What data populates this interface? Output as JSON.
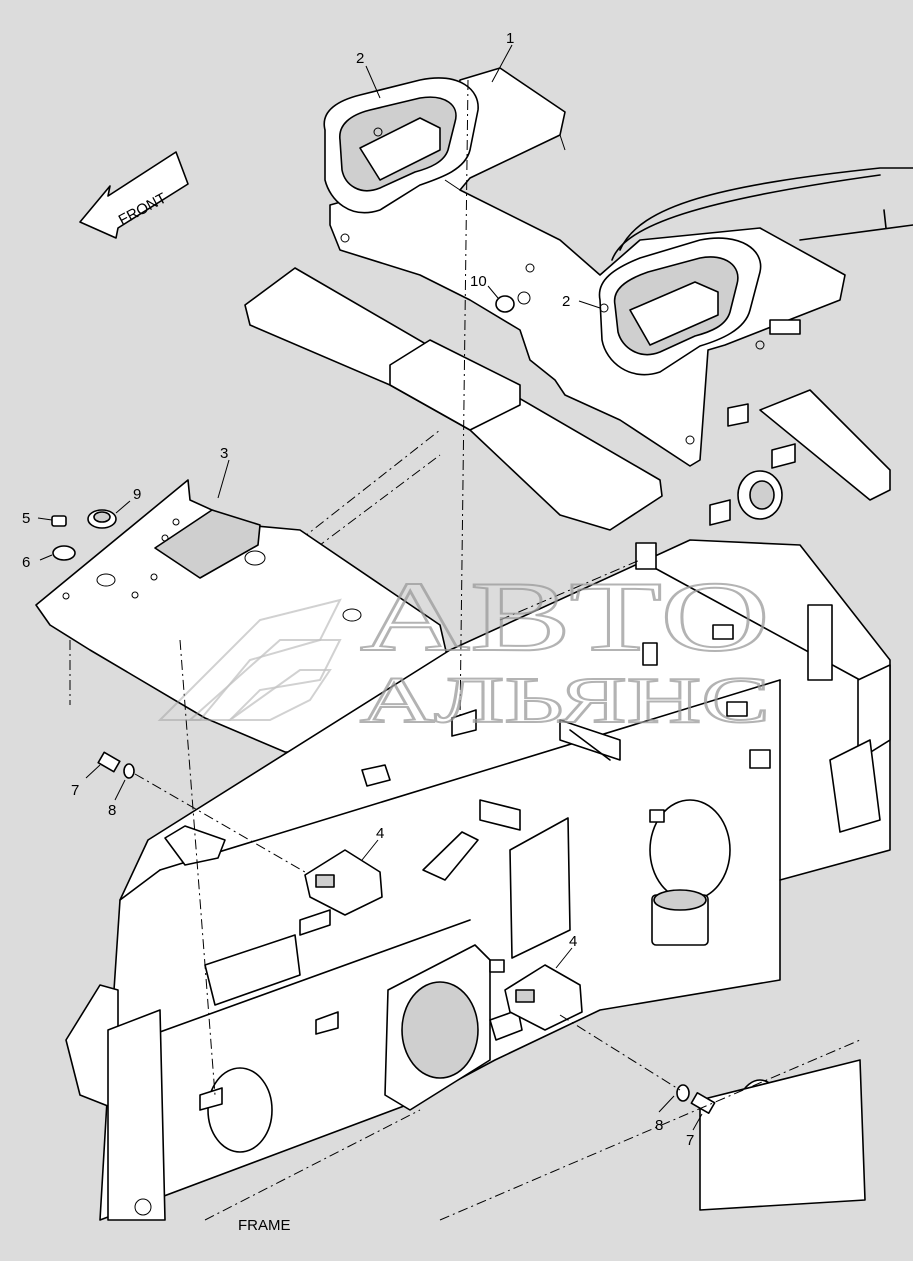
{
  "orientation_label": "FRONT",
  "frame_label": "FRAME",
  "callouts": {
    "part_1": "1",
    "part_2_left": "2",
    "part_2_right": "2",
    "part_3": "3",
    "part_4_upper": "4",
    "part_4_lower": "4",
    "part_5": "5",
    "part_6": "6",
    "part_7_left": "7",
    "part_7_right": "7",
    "part_8_left": "8",
    "part_8_right": "8",
    "part_9": "9",
    "part_10": "10"
  },
  "watermark": {
    "line1": "АВТО",
    "line2": "АЛЬЯНС"
  },
  "colors": {
    "background": "#dcdcdc",
    "line": "#000000",
    "watermark": "#9a9a9a"
  }
}
